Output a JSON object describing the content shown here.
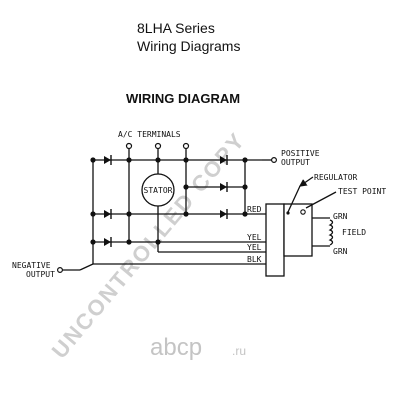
{
  "header": {
    "series": "8LHA Series",
    "subtitle": "Wiring Diagrams"
  },
  "diagram": {
    "title": "WIRING DIAGRAM",
    "ac_terminals": "A/C TERMINALS",
    "stator": "STATOR",
    "positive_output_1": "POSITIVE",
    "positive_output_2": "OUTPUT",
    "negative_output_1": "NEGATIVE",
    "negative_output_2": "OUTPUT",
    "regulator": "REGULATOR",
    "test_point": "TEST POINT",
    "wire_red": "RED",
    "wire_yel_1": "YEL",
    "wire_yel_2": "YEL",
    "wire_blk": "BLK",
    "grn_top": "GRN",
    "grn_bottom": "GRN",
    "field": "FIELD"
  },
  "watermark": {
    "text": "UNCONTROLLED COPY"
  },
  "logo": {
    "text": "abcp",
    "suffix": ".ru"
  }
}
